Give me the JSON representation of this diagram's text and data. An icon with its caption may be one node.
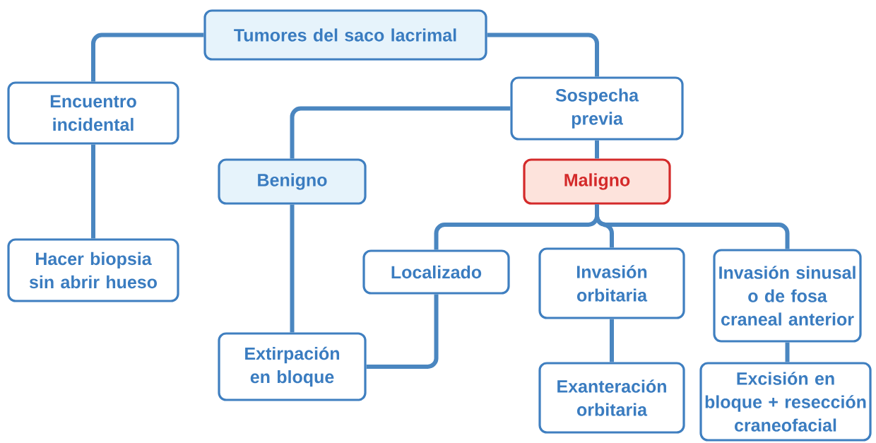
{
  "diagram": {
    "nodes": [
      {
        "text": [
          "Tumores del saco lacrimal"
        ]
      },
      {
        "text": [
          "Encuentro incidental"
        ]
      },
      {
        "text": [
          "Sospecha previa"
        ]
      },
      {
        "text": [
          "Benigno"
        ]
      },
      {
        "text": [
          "Maligno"
        ]
      },
      {
        "text": [
          "Hacer biopsia sin abrir hueso"
        ]
      },
      {
        "text": [
          "Localizado"
        ]
      },
      {
        "text": [
          "Invasión orbitaria"
        ]
      },
      {
        "text": [
          "Invasión sinusal o de fosa craneal anterior"
        ]
      },
      {
        "text": [
          "Extirpación en bloque"
        ]
      },
      {
        "text": [
          "Exanteración orbitaria"
        ]
      },
      {
        "text": [
          "Excisión en bloque + resección craneofacial"
        ]
      }
    ],
    "edges": [
      {
        "from": 0,
        "to": 1,
        "arrow": "none"
      },
      {
        "from": 0,
        "to": 2,
        "arrow": "none"
      },
      {
        "from": 2,
        "to": 3,
        "arrow": "none"
      },
      {
        "from": 2,
        "to": 4,
        "arrow": "none"
      },
      {
        "from": 1,
        "to": 5,
        "arrow": "none"
      },
      {
        "from": 4,
        "to": 6,
        "arrow": "none"
      },
      {
        "from": 4,
        "to": 7,
        "arrow": "none"
      },
      {
        "from": 4,
        "to": 8,
        "arrow": "none"
      },
      {
        "from": 3,
        "to": 9,
        "arrow": "none"
      },
      {
        "from": 6,
        "to": 9,
        "arrow": "none"
      },
      {
        "from": 7,
        "to": 10,
        "arrow": "none"
      },
      {
        "from": 8,
        "to": 11,
        "arrow": "none"
      }
    ]
  }
}
